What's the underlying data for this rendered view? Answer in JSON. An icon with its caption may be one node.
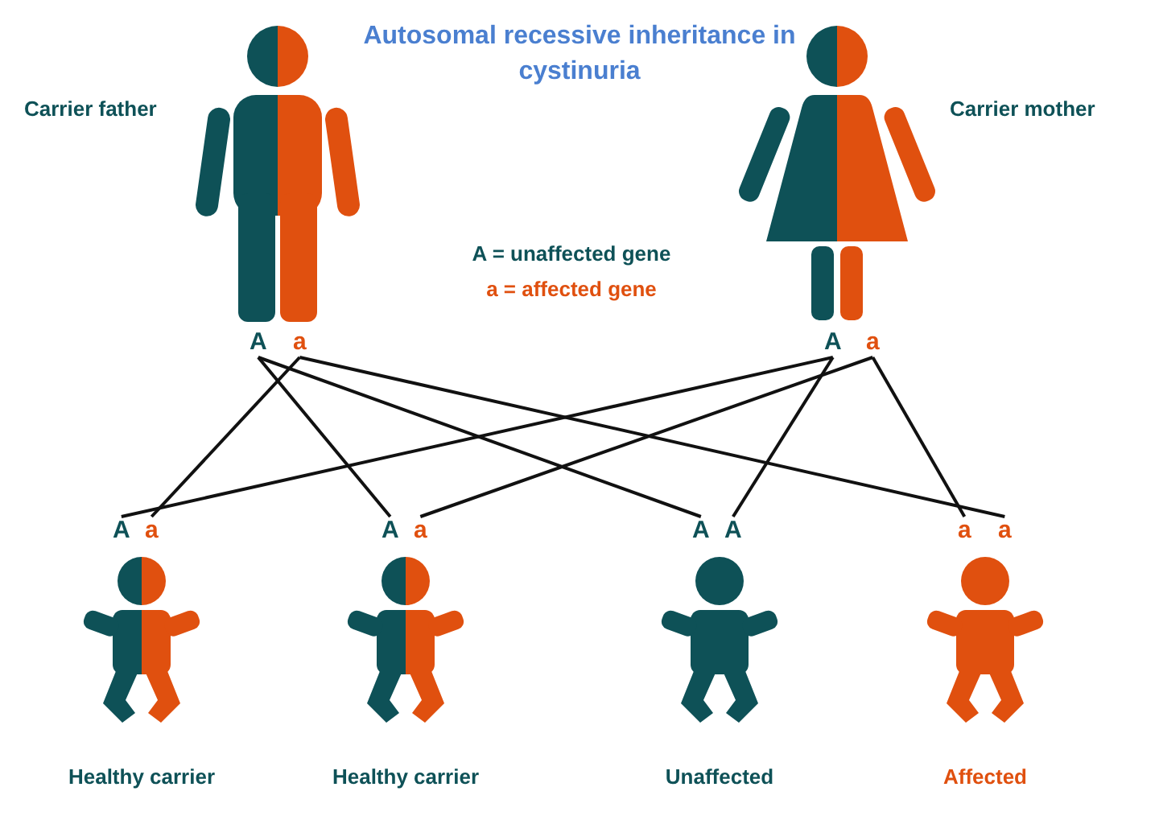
{
  "diagram": {
    "title": "Autosomal recessive inheritance in cystinuria",
    "nodes": [
      {
        "text": [],
        "shape": "person",
        "beside": [
          "Carrier father"
        ]
      },
      {
        "text": [],
        "shape": "person",
        "beside": [
          "Carrier mother"
        ]
      },
      {
        "text": [
          "A"
        ]
      },
      {
        "text": [
          "a"
        ]
      },
      {
        "text": [
          "A"
        ]
      },
      {
        "text": [
          "a"
        ]
      },
      {
        "text": [
          "A"
        ]
      },
      {
        "text": [
          "a"
        ]
      },
      {
        "text": [
          "A"
        ]
      },
      {
        "text": [
          "a"
        ]
      },
      {
        "text": [
          "A"
        ]
      },
      {
        "text": [
          "A"
        ]
      },
      {
        "text": [
          "a"
        ]
      },
      {
        "text": [
          "a"
        ]
      },
      {
        "text": [],
        "shape": "person",
        "beside": [
          "Healthy carrier"
        ]
      },
      {
        "text": [],
        "shape": "person",
        "beside": [
          "Healthy carrier"
        ]
      },
      {
        "text": [],
        "shape": "person",
        "beside": [
          "Unaffected"
        ]
      },
      {
        "text": [],
        "shape": "person",
        "beside": [
          "Affected"
        ]
      }
    ],
    "edges": [
      {
        "from": 2,
        "to": 8,
        "arrow": "none"
      },
      {
        "from": 2,
        "to": 10,
        "arrow": "none"
      },
      {
        "from": 3,
        "to": 7,
        "arrow": "none"
      },
      {
        "from": 3,
        "to": 13,
        "arrow": "none"
      },
      {
        "from": 4,
        "to": 6,
        "arrow": "none"
      },
      {
        "from": 4,
        "to": 11,
        "arrow": "none"
      },
      {
        "from": 5,
        "to": 9,
        "arrow": "none"
      },
      {
        "from": 5,
        "to": 12,
        "arrow": "none"
      }
    ],
    "labels": [
      "A = unaffected gene",
      "a = affected gene"
    ]
  }
}
